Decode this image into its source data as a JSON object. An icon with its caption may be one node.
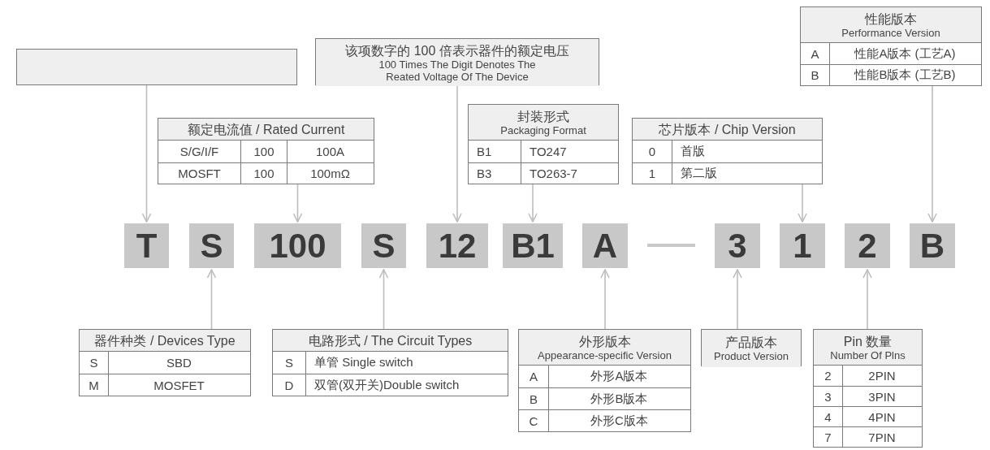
{
  "diagram": {
    "nodes": [
      {
        "text": [],
        "shape": "box"
      },
      {
        "text": [
          "该项数字的 100 倍表示器件的额定电压",
          "100 Times The Digit Denotes The Reated Voltage Of The Device"
        ]
      },
      {
        "text": [
          "性能版本",
          "Performance Version",
          "A",
          "性能A版本 (工艺A)",
          "B",
          "性能B版本 (工艺B)"
        ]
      },
      {
        "text": [
          "额定电流值 / Rated Current",
          "S/G/I/F",
          "100",
          "100A",
          "MOSFT",
          "100",
          "100mΩ"
        ]
      },
      {
        "text": [
          "封装形式",
          "Packaging Format",
          "B1",
          "TO247",
          "B3",
          "TO263-7"
        ]
      },
      {
        "text": [
          "芯片版本 / Chip Version",
          "0",
          "首版",
          "1",
          "第二版"
        ]
      },
      {
        "text": [
          "T"
        ]
      },
      {
        "text": [
          "S"
        ]
      },
      {
        "text": [
          "100"
        ]
      },
      {
        "text": [
          "S"
        ]
      },
      {
        "text": [
          "12"
        ]
      },
      {
        "text": [
          "B1"
        ]
      },
      {
        "text": [
          "A"
        ]
      },
      {
        "text": [
          "3"
        ]
      },
      {
        "text": [
          "1"
        ]
      },
      {
        "text": [
          "2"
        ]
      },
      {
        "text": [
          "B"
        ]
      },
      {
        "text": [
          "器件种类 / Devices Type",
          "S",
          "SBD",
          "M",
          "MOSFET"
        ]
      },
      {
        "text": [
          "电路形式 / The Circuit Types",
          "S",
          "单管  Single switch",
          "D",
          "双管(双开关)Double switch"
        ]
      },
      {
        "text": [
          "外形版本",
          "Appearance-specific Version",
          "A",
          "外形A版本",
          "B",
          "外形B版本",
          "C",
          "外形C版本"
        ]
      },
      {
        "text": [
          "产品版本",
          "Product Version"
        ]
      },
      {
        "text": [
          "Pin 数量",
          "Number Of Plns",
          "2",
          "2PIN",
          "3",
          "3PIN",
          "4",
          "4PIN",
          "7",
          "7PIN"
        ]
      }
    ],
    "edges": [
      {
        "from": 0,
        "to": 6,
        "arrow": "to"
      },
      {
        "from": 1,
        "to": 10,
        "arrow": "to"
      },
      {
        "from": 2,
        "to": 16,
        "arrow": "to"
      },
      {
        "from": 3,
        "to": 8,
        "arrow": "to"
      },
      {
        "from": 4,
        "to": 11,
        "arrow": "to"
      },
      {
        "from": 5,
        "to": 14,
        "arrow": "to"
      },
      {
        "from": 17,
        "to": 7,
        "arrow": "to"
      },
      {
        "from": 18,
        "to": 9,
        "arrow": "to"
      },
      {
        "from": 19,
        "to": 12,
        "arrow": "to"
      },
      {
        "from": 20,
        "to": 13,
        "arrow": "to"
      },
      {
        "from": 21,
        "to": 15,
        "arrow": "to"
      }
    ]
  }
}
